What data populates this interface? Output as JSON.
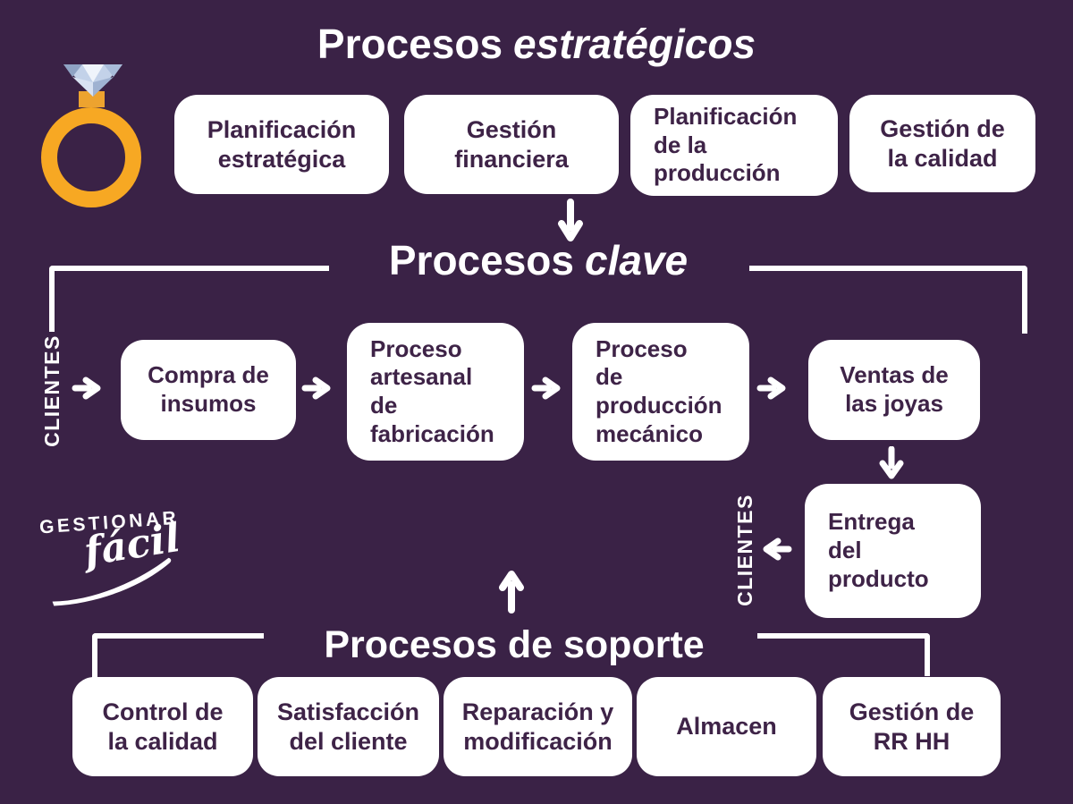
{
  "meta": {
    "type": "process-map-diagram",
    "language": "es",
    "business": "joyería"
  },
  "colors": {
    "background": "#3A2246",
    "box_background": "#FFFFFF",
    "box_text": "#3E2347",
    "line_and_arrow": "#FFFFFF",
    "ring_gold": "#F7A823",
    "ring_setting_gold": "#EDA32F",
    "diamond_light": "#EFF4FB",
    "diamond_mid": "#C3D2E9",
    "diamond_dark": "#8FA3C4"
  },
  "logo": {
    "line1": "GESTIONAR",
    "line2": "fácil"
  },
  "icons": {
    "ring": "diamond-ring-icon",
    "arrow_down": "arrow-down-icon",
    "arrow_right": "arrow-right-icon",
    "arrow_left": "arrow-left-icon",
    "arrow_up": "arrow-up-icon"
  },
  "sections": {
    "strategic": {
      "title_main": "Procesos",
      "title_accent": "estratégicos",
      "boxes": [
        "Planificación\nestratégica",
        "Gestión\nfinanciera",
        "Planificación\nde la\nproducción",
        "Gestión de\nla calidad"
      ]
    },
    "key": {
      "title_main": "Procesos",
      "title_accent": "clave",
      "client_label_left": "CLIENTES",
      "client_label_right": "CLIENTES",
      "boxes": [
        "Compra de\ninsumos",
        "Proceso\nartesanal\nde\nfabricación",
        "Proceso\nde\nproducción\nmecánico",
        "Ventas de\nlas joyas",
        "Entrega\ndel\nproducto"
      ]
    },
    "support": {
      "title": "Procesos de soporte",
      "boxes": [
        "Control de\nla calidad",
        "Satisfacción\ndel cliente",
        "Reparación y\nmodificación",
        "Almacen",
        "Gestión de\nRR HH"
      ]
    }
  }
}
